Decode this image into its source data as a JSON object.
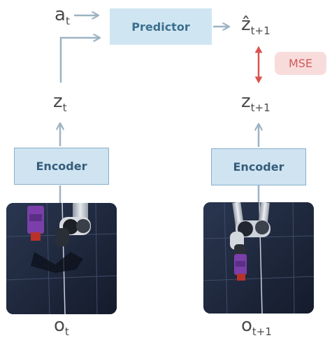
{
  "diagram": {
    "predictor_label": "Predictor",
    "encoder_left_label": "Encoder",
    "encoder_right_label": "Encoder",
    "loss_label": "MSE",
    "action": {
      "base": "a",
      "sub": "t"
    },
    "pred_latent": {
      "base": "ẑ",
      "sub": "t+1"
    },
    "latent_t": {
      "base": "z",
      "sub": "t"
    },
    "latent_t1": {
      "base": "z",
      "sub": "t+1"
    },
    "obs_t": {
      "base": "o",
      "sub": "t"
    },
    "obs_t1": {
      "base": "o",
      "sub": "t+1"
    }
  },
  "colors": {
    "arrow": "#9db3c3",
    "predictor_fill": "#cfe6f2",
    "encoder_fill": "#cfe3f1",
    "mse_arrow": "#d9544f",
    "mse_badge_fill": "#f8dcdc"
  }
}
